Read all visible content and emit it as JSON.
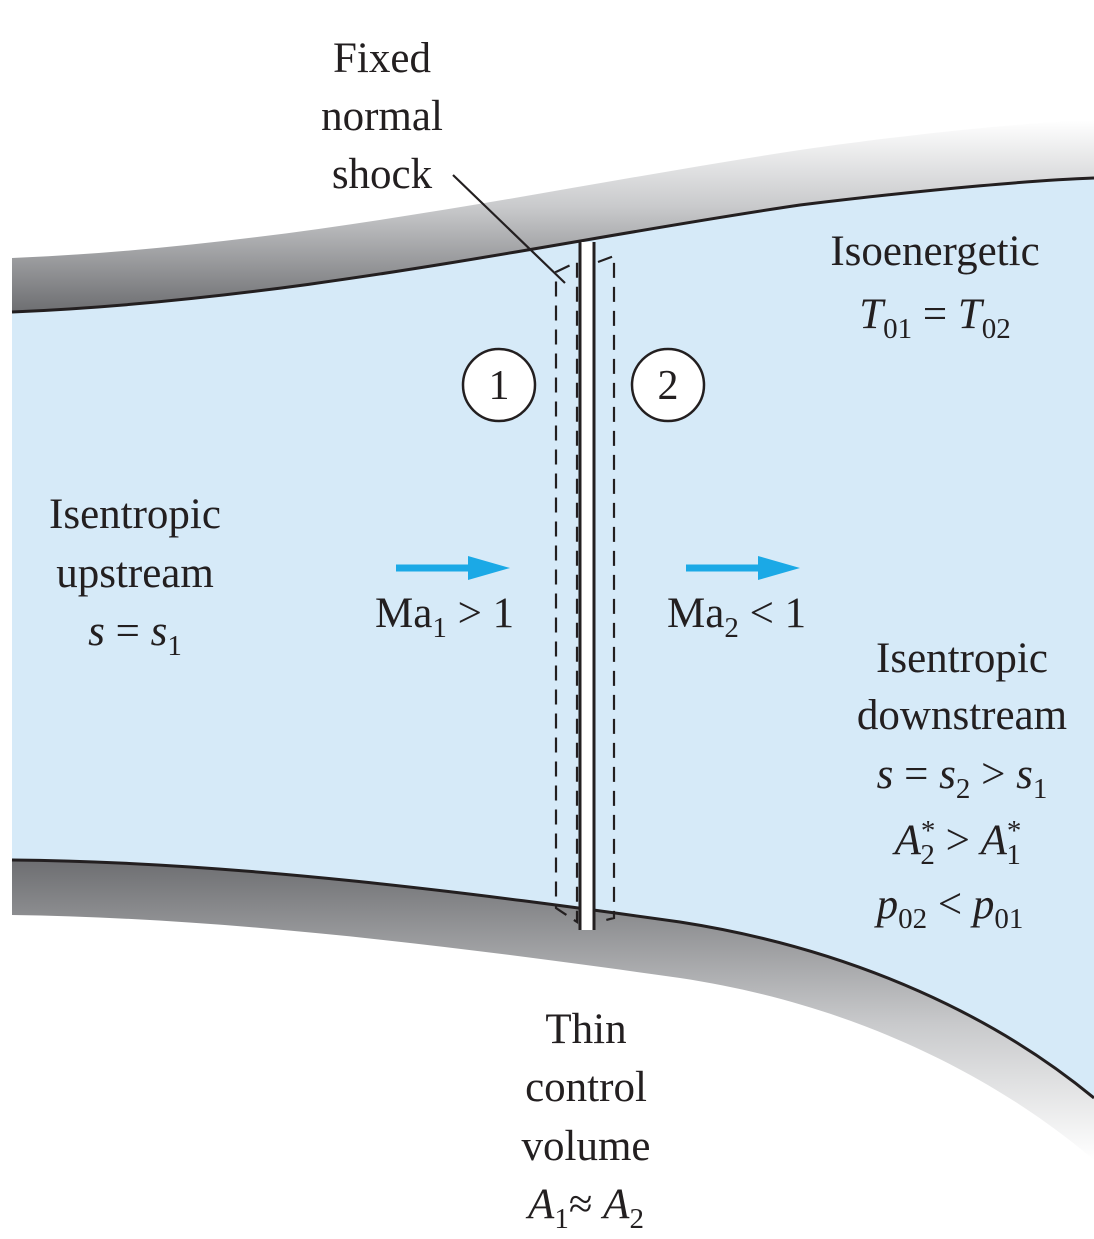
{
  "labels": {
    "shock": [
      "Fixed",
      "normal",
      "shock"
    ],
    "upstream": [
      "Isentropic",
      "upstream"
    ],
    "upstream_entropy": {
      "left": "s",
      "eq": " = ",
      "right": "s",
      "sub": "1"
    },
    "isoenergetic": "Isoenergetic",
    "stagnation_temp": {
      "left": "T",
      "left_sub": "01",
      "eq": " = ",
      "right": "T",
      "right_sub": "02"
    },
    "downstream": [
      "Isentropic",
      "downstream"
    ],
    "downstream_entropy": {
      "a": "s",
      "eq": " = ",
      "b": "s",
      "b_sub": "2",
      "gt": " > ",
      "c": "s",
      "c_sub": "1"
    },
    "throat_area": {
      "a": "A",
      "a_sup": "*",
      "a_sub": "2",
      "gt": " > ",
      "b": "A",
      "b_sup": "*",
      "b_sub": "1"
    },
    "stagnation_pressure": {
      "a": "p",
      "a_sub": "02",
      "lt": " < ",
      "b": "p",
      "b_sub": "01"
    },
    "mach1": {
      "base": "Ma",
      "sub": "1",
      "rel": " > 1"
    },
    "mach2": {
      "base": "Ma",
      "sub": "2",
      "rel": " < 1"
    },
    "station1": "1",
    "station2": "2",
    "control_volume": [
      "Thin",
      "control",
      "volume"
    ],
    "area": {
      "a": "A",
      "a_sub": "1",
      "approx": "≈ ",
      "b": "A",
      "b_sub": "2"
    }
  },
  "colors": {
    "flow_fill": "#d6eaf8",
    "arrow": "#1ba9e6",
    "wall_dark": "#6d6e71",
    "ink": "#231f20"
  }
}
